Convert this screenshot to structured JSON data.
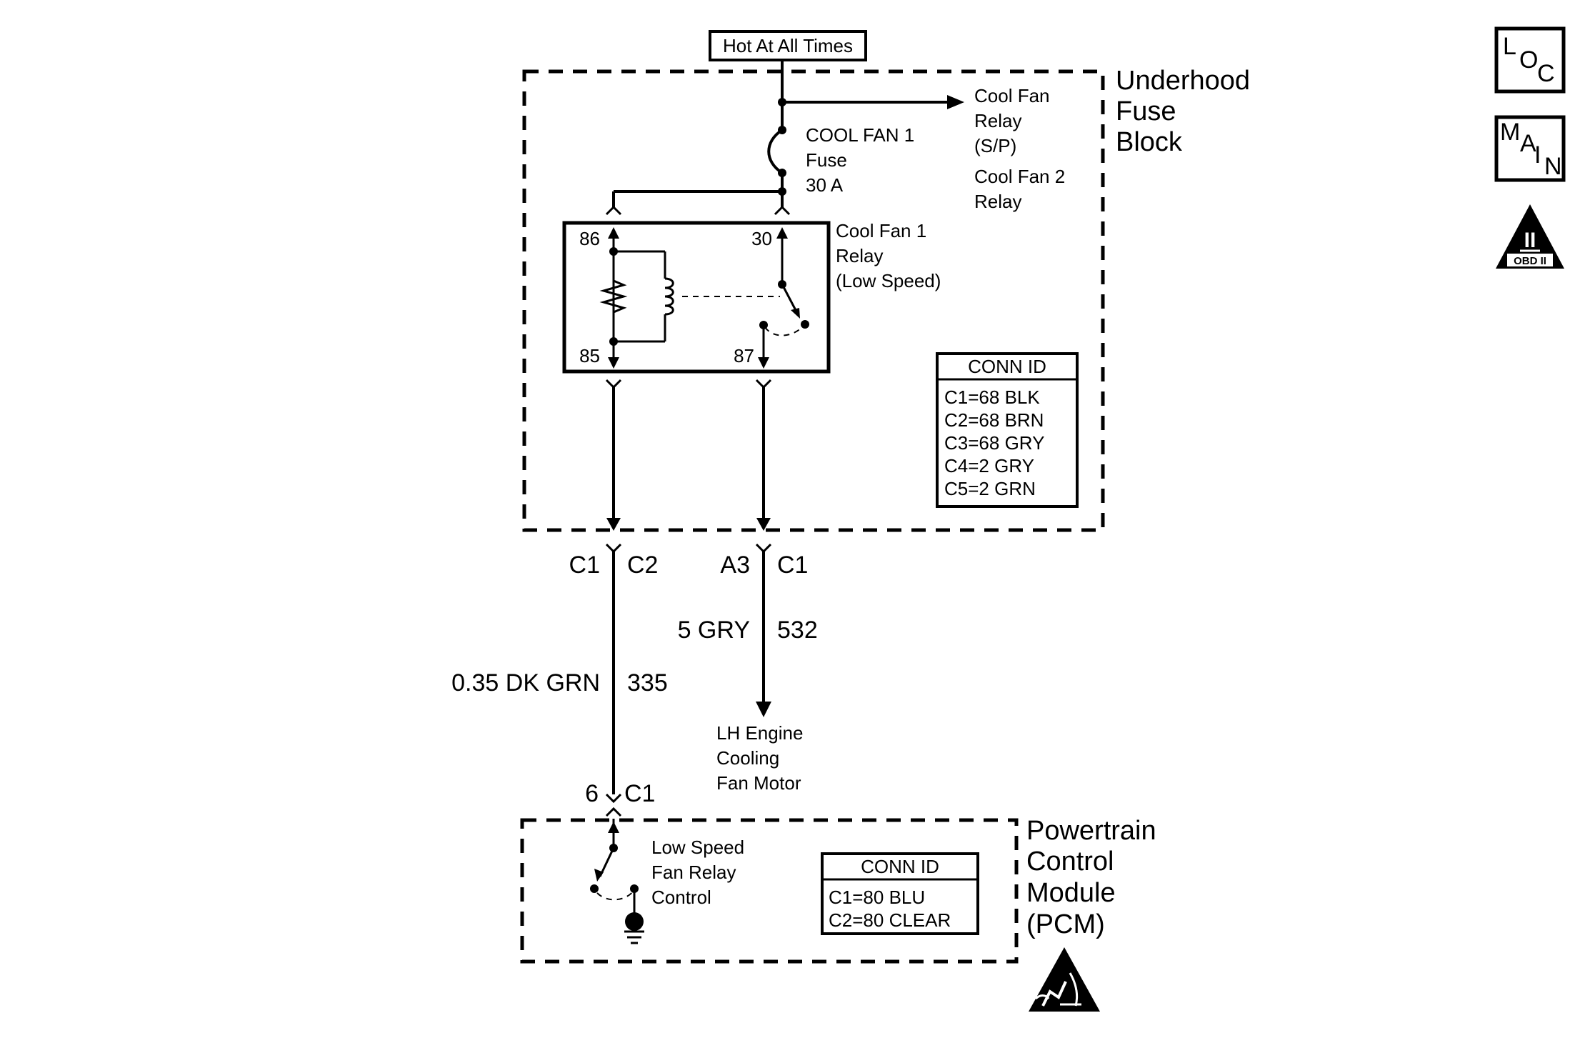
{
  "hot_label": "Hot At All Times",
  "fuse_block": {
    "title": [
      "Underhood",
      "Fuse",
      "Block"
    ],
    "branch_label": [
      "Cool Fan",
      "Relay",
      "(S/P)",
      "Cool Fan 2",
      "Relay"
    ],
    "fuse_label": [
      "COOL FAN 1",
      "Fuse",
      "30 A"
    ]
  },
  "relay": {
    "title": [
      "Cool Fan 1",
      "Relay",
      "(Low Speed)"
    ],
    "pins": {
      "p86": "86",
      "p30": "30",
      "p85": "85",
      "p87": "87"
    }
  },
  "conn_id_fuse": {
    "header": "CONN ID",
    "rows": [
      "C1=68 BLK",
      "C2=68 BRN",
      "C3=68 GRY",
      "C4=2 GRY",
      "C5=2 GRN"
    ]
  },
  "connectors": {
    "left_c1": "C1",
    "left_c2": "C2",
    "right_a3": "A3",
    "right_c1": "C1",
    "pcm_pin": "6",
    "pcm_c1": "C1"
  },
  "wires": {
    "left_color": "0.35 DK GRN",
    "left_circuit": "335",
    "right_color": "5 GRY",
    "right_circuit": "532"
  },
  "motor_label": [
    "LH Engine",
    "Cooling",
    "Fan Motor"
  ],
  "pcm": {
    "title": [
      "Powertrain",
      "Control",
      "Module",
      "(PCM)"
    ],
    "switch_label": [
      "Low Speed",
      "Fan Relay",
      "Control"
    ]
  },
  "conn_id_pcm": {
    "header": "CONN ID",
    "rows": [
      "C1=80 BLU",
      "C2=80 CLEAR"
    ]
  },
  "icons": {
    "loc": [
      "L",
      "O",
      "C"
    ],
    "main": [
      "M",
      "A",
      "I",
      "N"
    ],
    "obd": {
      "roman": "II",
      "label": "OBD II"
    }
  }
}
